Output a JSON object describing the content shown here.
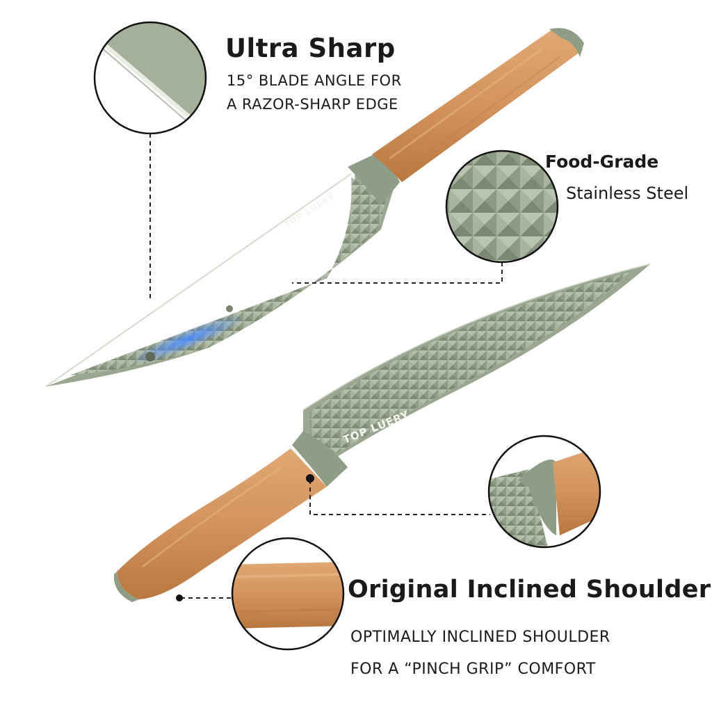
{
  "features": {
    "sharpness": {
      "title": "Ultra Sharp",
      "line1": "15° BLADE ANGLE FOR",
      "line2": "A RAZOR-SHARP EDGE"
    },
    "material": {
      "title": "Food-Grade",
      "line1": "Stainless Steel"
    },
    "shoulder": {
      "title": "Original Inclined Shoulder",
      "line1": "OPTIMALLY INCLINED SHOULDER",
      "line2": "FOR A “PINCH GRIP” COMFORT"
    }
  },
  "knives": {
    "brand_top": "TOP LUERY",
    "brand_bottom": "TOP LUERY"
  },
  "colors": {
    "blade": "#a4b09a",
    "blade_dark": "#7f8c76",
    "handle": "#d59a66",
    "handle_dark": "#b97a48",
    "bolster": "#8e9d86",
    "edge_glow": "#4d8cff",
    "text": "#1a1a1a"
  }
}
